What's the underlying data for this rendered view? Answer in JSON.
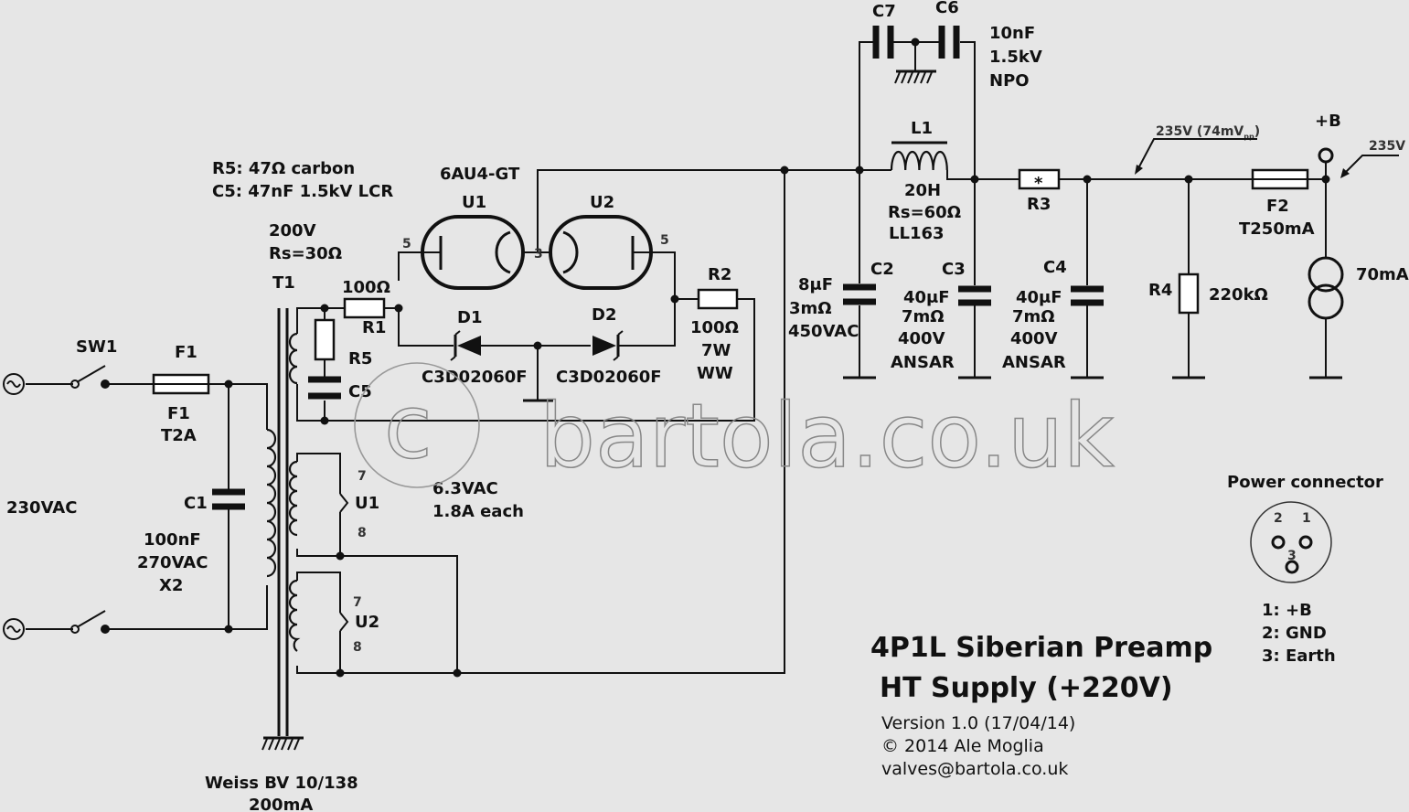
{
  "ac_input": {
    "voltage": "230VAC"
  },
  "sw1": {
    "ref": "SW1"
  },
  "f1": {
    "ref": "F1",
    "ref2": "F1",
    "rating": "T2A"
  },
  "c1": {
    "ref": "C1",
    "value": "100nF",
    "voltage": "270VAC",
    "class": "X2"
  },
  "t1": {
    "ref": "T1",
    "secondary_v": "200V",
    "secondary_rs": "Rs=30Ω",
    "model": "Weiss BV 10/138",
    "current": "200mA"
  },
  "r5c5": {
    "note1": "R5: 47Ω carbon",
    "note2": "C5: 47nF 1.5kV LCR",
    "r5": "R5",
    "c5": "C5"
  },
  "r1": {
    "value": "100Ω",
    "ref": "R1"
  },
  "tube": {
    "type": "6AU4-GT",
    "u1": "U1",
    "u2": "U2",
    "pin_plate_a": "5",
    "pin_plate_b": "5",
    "pin_cathode": "3"
  },
  "d1": {
    "ref": "D1",
    "part": "C3D02060F"
  },
  "d2": {
    "ref": "D2",
    "part": "C3D02060F"
  },
  "r2": {
    "ref": "R2",
    "value": "100Ω",
    "power": "7W",
    "type": "WW"
  },
  "heaters": {
    "u1": "U1",
    "u2": "U2",
    "pin7a": "7",
    "pin8a": "8",
    "pin7b": "7",
    "pin8b": "8",
    "voltage": "6.3VAC",
    "current": "1.8A each"
  },
  "c7c6": {
    "c7": "C7",
    "c6": "C6",
    "value": "10nF",
    "voltage": "1.5kV",
    "type": "NPO"
  },
  "l1": {
    "ref": "L1",
    "value": "20H",
    "rs": "Rs=60Ω",
    "part": "LL163"
  },
  "c2": {
    "ref": "C2",
    "value": "8μF",
    "esr": "3mΩ",
    "voltage": "450VAC"
  },
  "c3": {
    "ref": "C3",
    "value": "40μF",
    "esr": "7mΩ",
    "voltage": "400V",
    "brand": "ANSAR"
  },
  "c4": {
    "ref": "C4",
    "value": "40μF",
    "esr": "7mΩ",
    "voltage": "400V",
    "brand": "ANSAR"
  },
  "r3": {
    "ref": "R3",
    "mark": "*"
  },
  "r4": {
    "ref": "R4",
    "value": "220kΩ"
  },
  "f2": {
    "ref": "F2",
    "rating": "T250mA"
  },
  "load": {
    "current": "70mA"
  },
  "output": {
    "label": "+B",
    "voltage_node": "235V",
    "voltage_ripple": "235V (74mV",
    "ripple_sub": "pp",
    "ripple_close": ")"
  },
  "connector": {
    "title": "Power connector",
    "pin1": "1",
    "pin2": "2",
    "pin3": "3",
    "legend1": "1: +B",
    "legend2": "2: GND",
    "legend3": "3: Earth"
  },
  "title_block": {
    "title1": "4P1L Siberian Preamp",
    "title2": "HT Supply (+220V)",
    "version": "Version 1.0 (17/04/14)",
    "copyright": "© 2014 Ale Moglia",
    "email": "valves@bartola.co.uk"
  },
  "watermark": {
    "symbol": "c",
    "text": "bartola.co.uk"
  }
}
